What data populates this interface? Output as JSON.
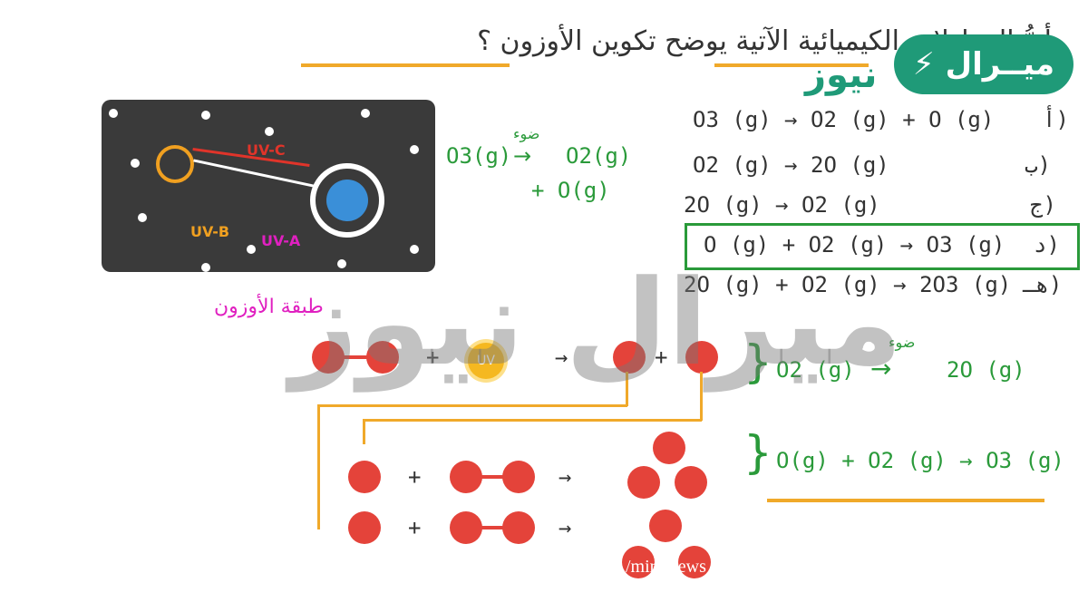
{
  "question": "أيُّ المعادلات الكيميائية الآتية يوضح تكوين الأوزون ؟",
  "diagram": {
    "labels": {
      "uvc": "UV-C",
      "uvb": "UV-B",
      "uva": "UV-A",
      "ozone_layer": "طبقة الأوزون"
    },
    "photolysis": {
      "reactant": "O3(g)",
      "condition": "ضوء",
      "product1": "O2(g)",
      "product2": "+ O(g)"
    },
    "sun_label": "UV"
  },
  "options": [
    {
      "letter": "أ)",
      "equation": "O3 (g) → O2 (g) + O (g)"
    },
    {
      "letter": "ب)",
      "equation": "O2 (g) → 2O (g)"
    },
    {
      "letter": "ج)",
      "equation": "2O (g) → O2 (g)"
    },
    {
      "letter": "د)",
      "equation": "O (g) + O2 (g) → O3 (g)",
      "selected": true
    },
    {
      "letter": "هـ)",
      "equation": "2O (g) + O2 (g) → 2O3 (g)"
    }
  ],
  "steps": {
    "step1": {
      "equation_left": "O2 (g)",
      "condition": "ضوء",
      "equation_right": "2O (g)"
    },
    "step2": "O(g) + O2 (g) → O3 (g)"
  },
  "symbols": {
    "plus": "+",
    "arrow": "→"
  },
  "watermark": {
    "logo": "ميــرال",
    "logo2": "نيوز",
    "url": "/miralnews",
    "big": "ميرال نيوز"
  },
  "colors": {
    "green": "#2a9a3a",
    "orange": "#f0a92a",
    "red": "#e4433a",
    "magenta": "#e020c0",
    "brand": "#1f9a78"
  }
}
